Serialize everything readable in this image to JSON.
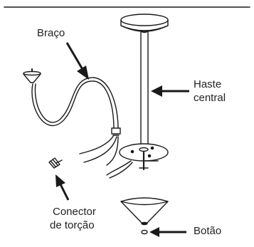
{
  "labels": {
    "arm": "Braço",
    "rod_line1": "Haste",
    "rod_line2": "central",
    "connector_line1": "Conector",
    "connector_line2": "de torção",
    "knob": "Botão"
  },
  "colors": {
    "ink": "#1a1a1a",
    "fill": "#ffffff"
  }
}
